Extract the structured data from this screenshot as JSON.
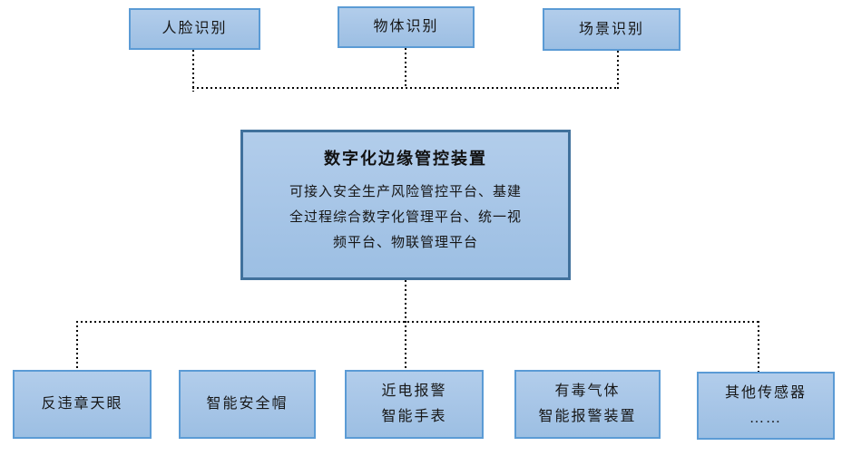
{
  "diagram": {
    "top_nodes": [
      {
        "label": "人脸识别"
      },
      {
        "label": "物体识别"
      },
      {
        "label": "场景识别"
      }
    ],
    "center_node": {
      "title": "数字化边缘管控装置",
      "body_lines": [
        "可接入安全生产风险管控平台、基建",
        "全过程综合数字化管理平台、统一视",
        "频平台、物联管理平台"
      ]
    },
    "bottom_nodes": [
      {
        "line1": "反违章天眼",
        "line2": ""
      },
      {
        "line1": "智能安全帽",
        "line2": ""
      },
      {
        "line1": "近电报警",
        "line2": "智能手表"
      },
      {
        "line1": "有毒气体",
        "line2": "智能报警装置"
      },
      {
        "line1": "其他传感器",
        "line2": "……"
      }
    ],
    "colors": {
      "node_fill": "#a8c6e7",
      "node_border": "#5b9bd5",
      "center_border": "#41719c",
      "connector": "#000000",
      "text": "#161616"
    }
  }
}
